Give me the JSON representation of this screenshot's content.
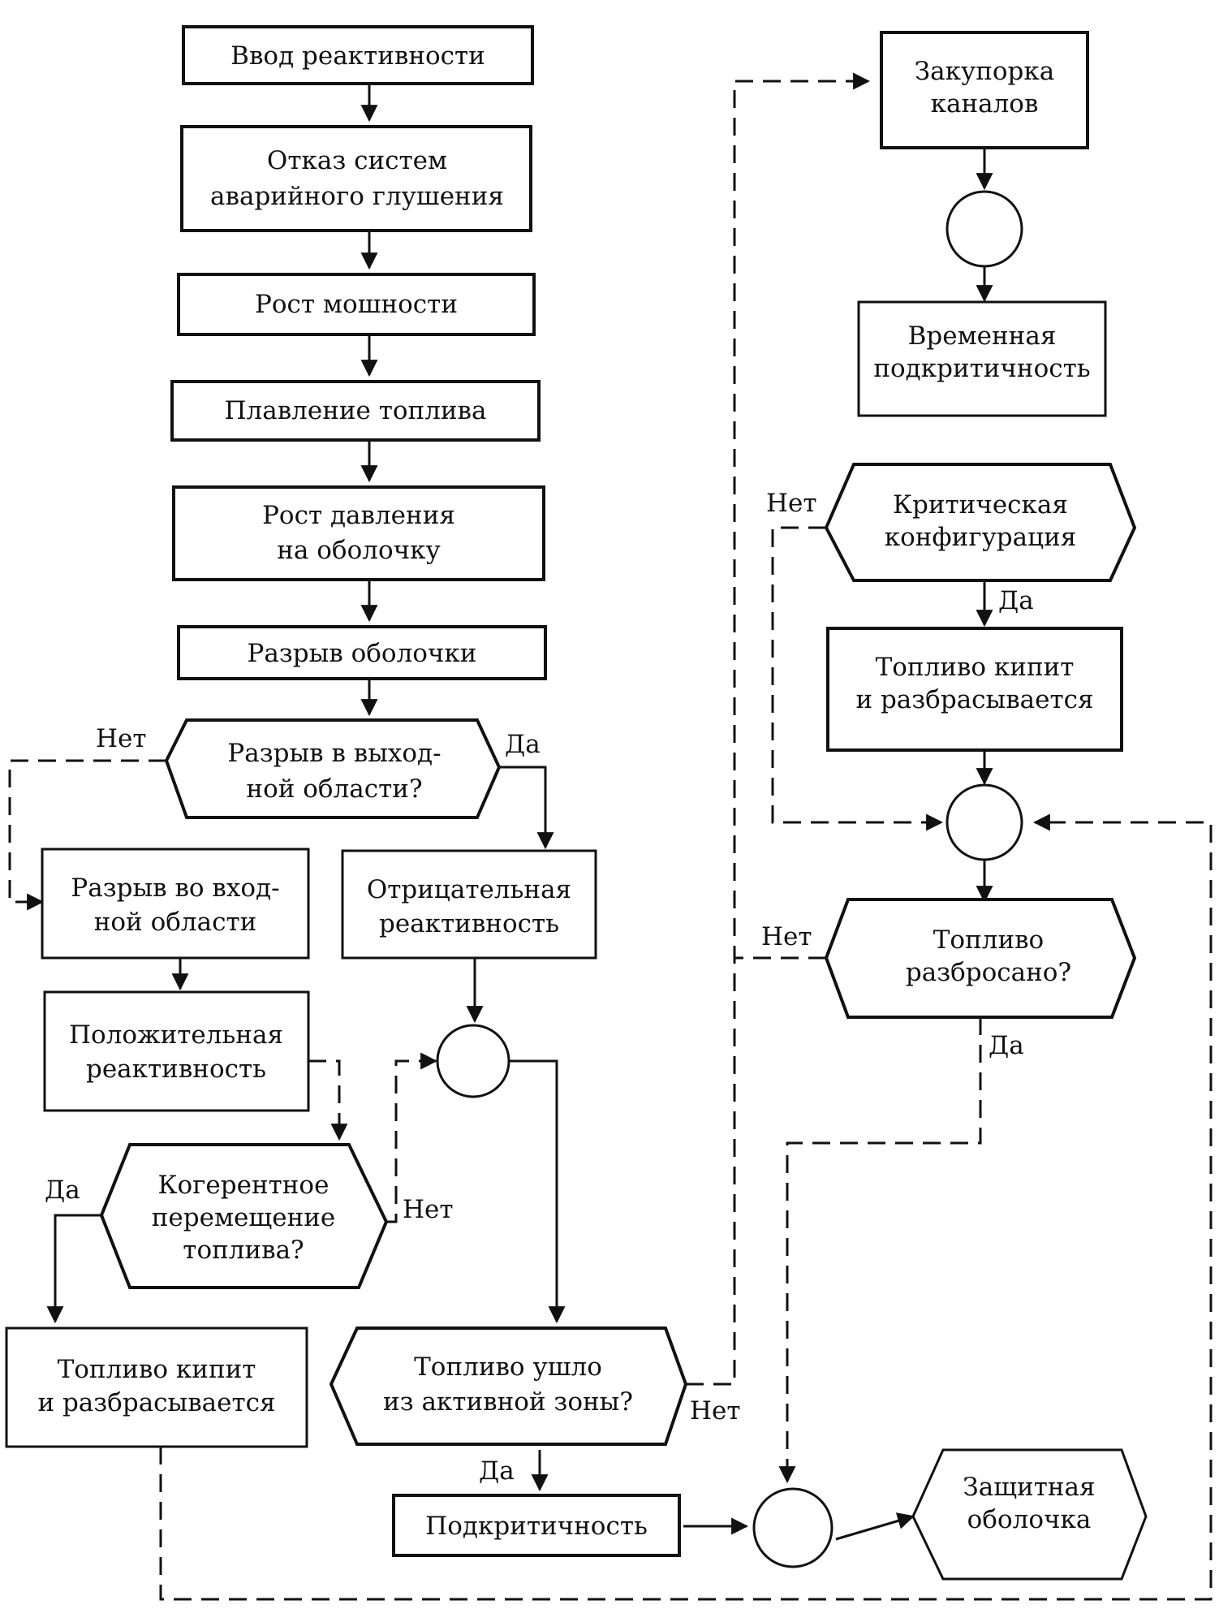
{
  "nodes": {
    "vvod": "Ввод реактивности",
    "otkaz_l1": "Отказ систем",
    "otkaz_l2": "аварийного глушения",
    "rost_moshn": "Рост мошности",
    "plavlenie": "Плавление топлива",
    "davlenie_l1": "Рост давления",
    "davlenie_l2": "на оболочку",
    "razryv_obol": "Разрыв оболочки",
    "vyhod_l1": "Разрыв в выход-",
    "vyhod_l2": "ной области?",
    "vhod_l1": "Разрыв во вход-",
    "vhod_l2": "ной области",
    "otr_l1": "Отрицательная",
    "otr_l2": "реактивность",
    "pol_l1": "Положительная",
    "pol_l2": "реактивность",
    "kog_l1": "Когерентное",
    "kog_l2": "перемещение",
    "kog_l3": "топлива?",
    "kipit_left_l1": "Топливо кипит",
    "kipit_left_l2": "и разбрасывается",
    "ushlo_l1": "Топливо ушло",
    "ushlo_l2": "из активной зоны?",
    "podkrit": "Подкритичность",
    "zashch_l1": "Защитная",
    "zashch_l2": "оболочка",
    "zakup_l1": "Закупорка",
    "zakup_l2": "каналов",
    "vrem_l1": "Временная",
    "vrem_l2": "подкритичность",
    "krit_l1": "Критическая",
    "krit_l2": "конфигурация",
    "kipit_right_l1": "Топливо кипит",
    "kipit_right_l2": "и разбрасывается",
    "razbros_l1": "Топливо",
    "razbros_l2": "разбросано?"
  },
  "edge_labels": {
    "yes": "Да",
    "no": "Нет"
  }
}
